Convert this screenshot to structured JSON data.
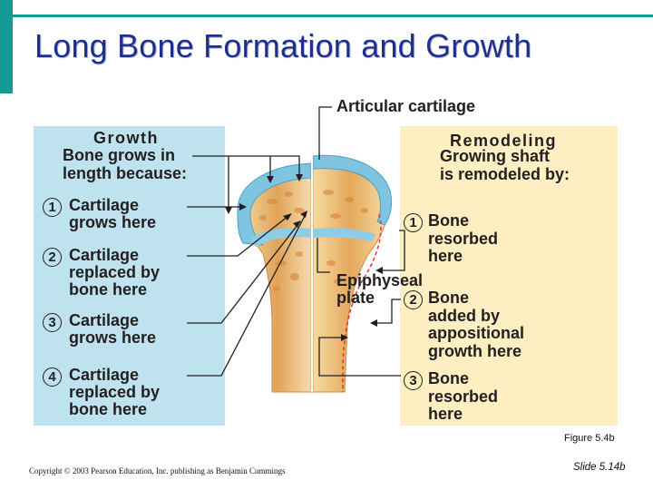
{
  "title": "Long Bone Formation and Growth",
  "growth": {
    "heading": "Growth",
    "intro_line1": "Bone grows in",
    "intro_line2": "length because:",
    "items": [
      {
        "num": "1",
        "line1": "Cartilage",
        "line2": "grows here",
        "line3": ""
      },
      {
        "num": "2",
        "line1": "Cartilage",
        "line2": "replaced by",
        "line3": "bone here"
      },
      {
        "num": "3",
        "line1": "Cartilage",
        "line2": "grows here",
        "line3": ""
      },
      {
        "num": "4",
        "line1": "Cartilage",
        "line2": "replaced by",
        "line3": "bone here"
      }
    ]
  },
  "remodeling": {
    "heading": "Remodeling",
    "intro_line1": "Growing shaft",
    "intro_line2": "is remodeled by:",
    "items": [
      {
        "num": "1",
        "line1": "Bone",
        "line2": "resorbed",
        "line3": "here"
      },
      {
        "num": "2",
        "line1": "Bone",
        "line2": "added by",
        "line3": "appositional",
        "line4": "growth here"
      },
      {
        "num": "3",
        "line1": "Bone",
        "line2": "resorbed",
        "line3": "here"
      }
    ]
  },
  "labels": {
    "articular": "Articular cartilage",
    "epiphyseal_line1": "Epiphyseal",
    "epiphyseal_line2": "plate"
  },
  "figure": "Figure 5.4b",
  "copyright": "Copyright © 2003 Pearson Education, Inc. publishing as Benjamin Cummings",
  "slide": "Slide 5.14b",
  "colors": {
    "accent": "#139b96",
    "title": "#1f2f8f",
    "growth_panel": "#bfe3ee",
    "remodel_panel": "#fdefc2",
    "cartilage": "#7fc4e0",
    "bone": "#efc27d"
  }
}
